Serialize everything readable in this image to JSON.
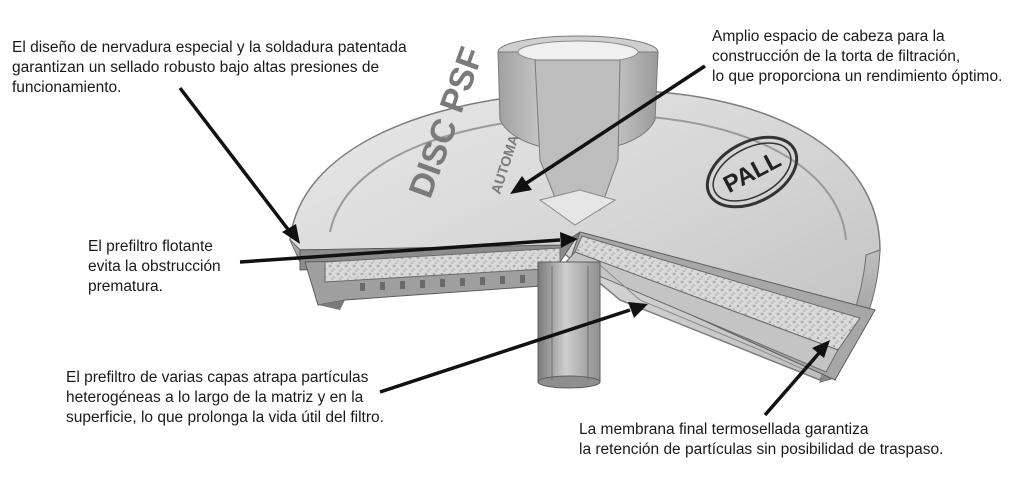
{
  "callouts": {
    "rib_design": "El diseño de nervadura especial y la soldadura patentada\ngarantizan un sellado robusto bajo altas presiones de\nfuncionamiento.",
    "headspace": "Amplio espacio de cabeza para la\nconstrucción de la torta de filtración,\nlo que proporciona un rendimiento óptimo.",
    "floating_prefilter": "El prefiltro flotante\nevita la obstrucción\nprematura.",
    "multilayer_prefilter": "El prefiltro de varias capas atrapa partículas\nheterogéneas a lo largo de la matriz y en la\nsuperficie, lo que prolonga la vida útil del filtro.",
    "final_membrane": "La membrana final termosellada garantiza\nla retención de partículas sin posibilidad de traspaso."
  },
  "product_marking": {
    "brand": "PALL",
    "model_large": "DISC PSF",
    "model_small": "AUTOMA"
  },
  "colors": {
    "housing_light": "#dcdcdc",
    "housing_mid": "#b4b4b4",
    "housing_dark": "#6e6e6e",
    "arrow": "#111111"
  }
}
